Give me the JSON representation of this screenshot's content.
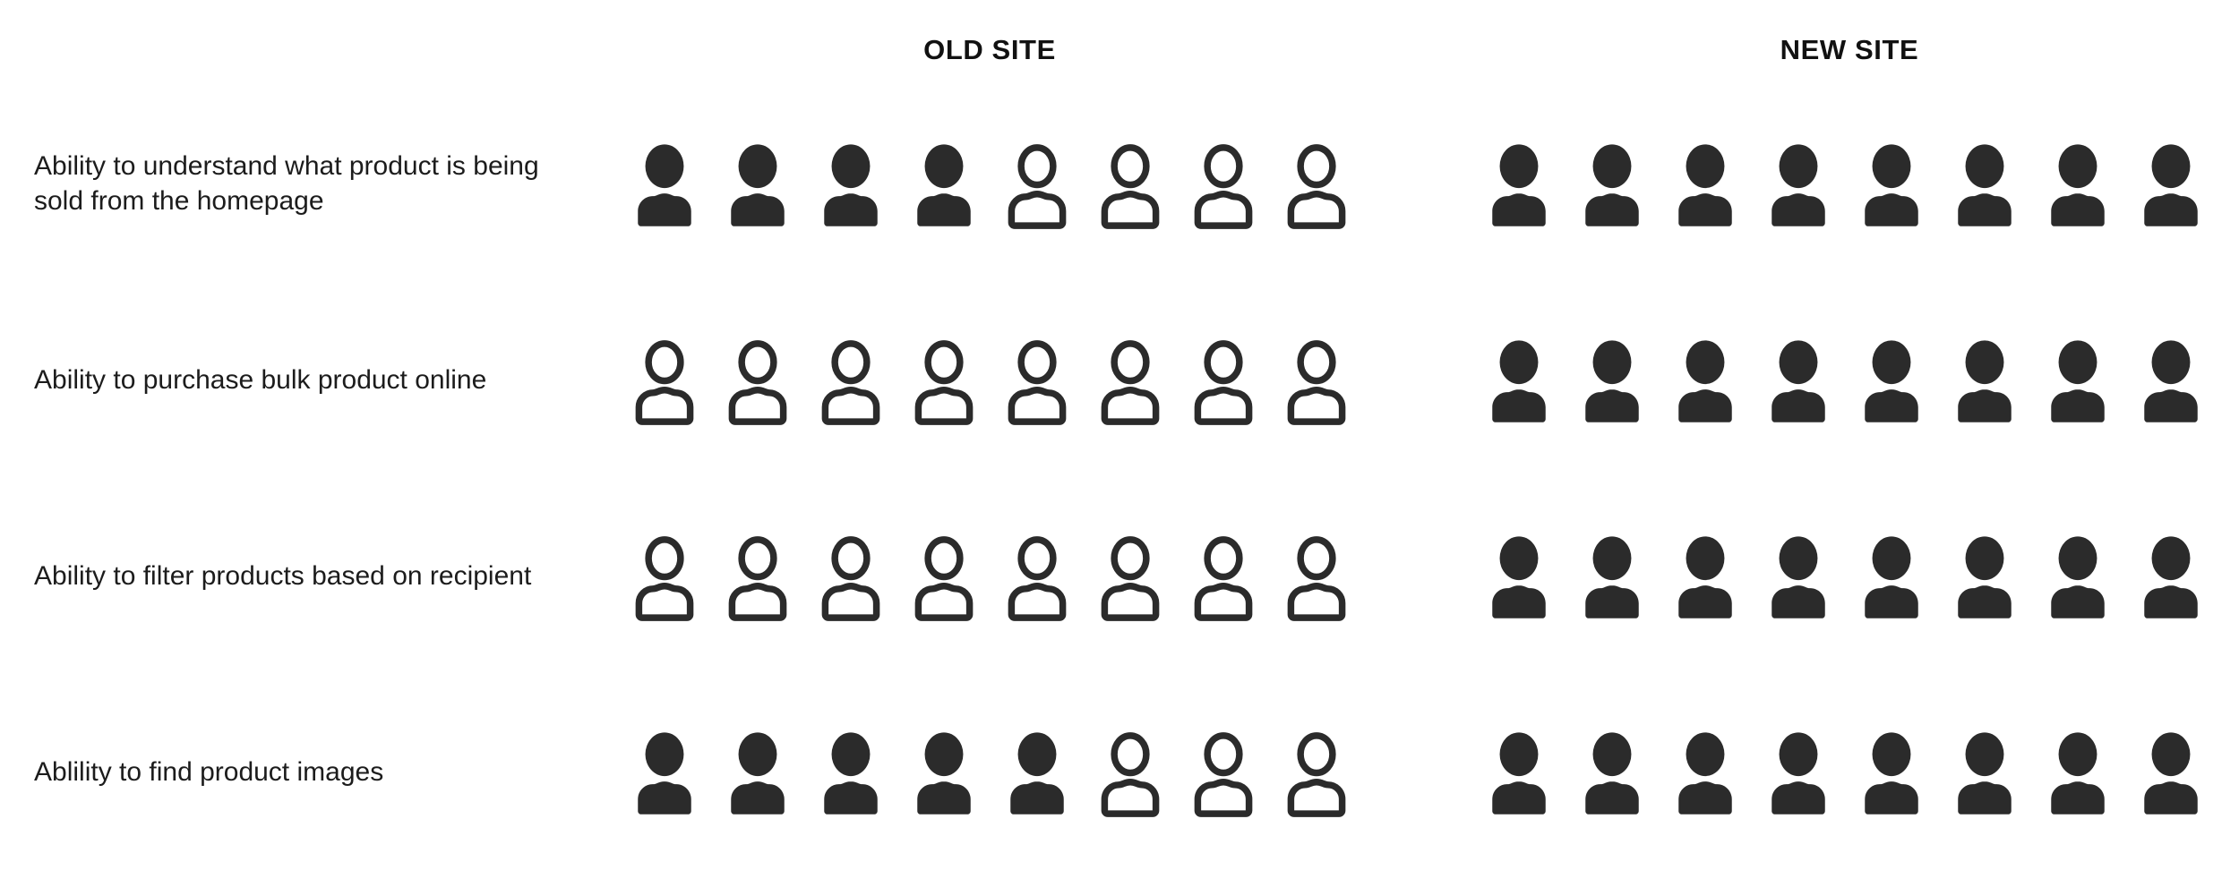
{
  "columns": [
    {
      "key": "old",
      "label": "OLD SITE"
    },
    {
      "key": "new",
      "label": "NEW SITE"
    }
  ],
  "icon": {
    "filled_name": "person-filled-icon",
    "outline_name": "person-outline-icon",
    "total_per_row": 8,
    "color": "#2b2b2b"
  },
  "chart_data": {
    "type": "pictogram",
    "title": "",
    "xlabel": "",
    "ylabel": "",
    "icons_per_row": 8,
    "icon_unit": "1 participant",
    "series": [
      {
        "name": "OLD SITE",
        "values": [
          4,
          0,
          0,
          5
        ]
      },
      {
        "name": "NEW SITE",
        "values": [
          8,
          8,
          8,
          8
        ]
      }
    ],
    "categories": [
      "Ability to understand what product is being sold from the homepage",
      "Ability to purchase bulk product online",
      "Ability to filter products based on recipient",
      "Ablility to find product images"
    ],
    "legend": [
      "OLD SITE",
      "NEW SITE"
    ],
    "grid": false
  },
  "rows": [
    {
      "label": "Ability to understand what product is being sold from the homepage",
      "old_filled": 4,
      "new_filled": 8
    },
    {
      "label": "Ability to purchase bulk product online",
      "old_filled": 0,
      "new_filled": 8
    },
    {
      "label": "Ability to filter products based on recipient",
      "old_filled": 0,
      "new_filled": 8
    },
    {
      "label": "Ablility to find product images",
      "old_filled": 5,
      "new_filled": 8
    }
  ]
}
